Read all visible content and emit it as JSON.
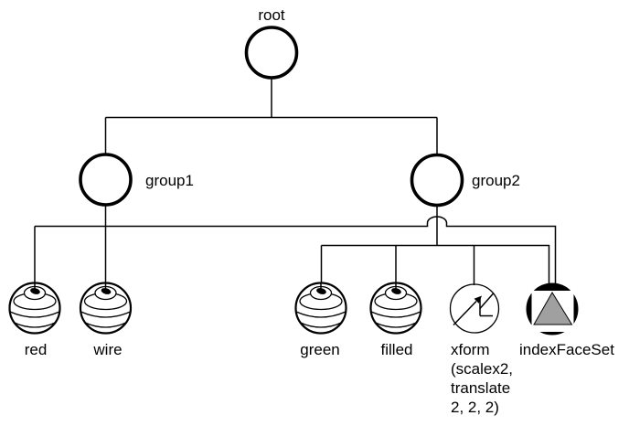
{
  "diagram": {
    "kind": "scene-graph-tree",
    "nodes": {
      "root": {
        "label": "root",
        "type": "group"
      },
      "group1": {
        "label": "group1",
        "type": "group"
      },
      "group2": {
        "label": "group2",
        "type": "group"
      },
      "red": {
        "label": "red",
        "type": "sphere"
      },
      "wire": {
        "label": "wire",
        "type": "sphere"
      },
      "green": {
        "label": "green",
        "type": "sphere"
      },
      "filled": {
        "label": "filled",
        "type": "sphere"
      },
      "xform": {
        "label": "xform",
        "type": "transform",
        "detail_lines": [
          "(scalex2,",
          "translate",
          "2, 2, 2)"
        ]
      },
      "indexFaceSet": {
        "label": "indexFaceSet",
        "type": "indexed-face-set"
      }
    },
    "edges": [
      {
        "from": "root",
        "to": "group1"
      },
      {
        "from": "root",
        "to": "group2"
      },
      {
        "from": "group1",
        "to": "red"
      },
      {
        "from": "group1",
        "to": "wire"
      },
      {
        "from": "group1",
        "to": "indexFaceSet",
        "note": "crosses group2 link with hop (no junction)"
      },
      {
        "from": "group2",
        "to": "green"
      },
      {
        "from": "group2",
        "to": "filled"
      },
      {
        "from": "group2",
        "to": "xform"
      },
      {
        "from": "group2",
        "to": "indexFaceSet"
      }
    ],
    "colors": {
      "line": "#000000",
      "background": "#ffffff",
      "faceset_triangle_gray": "#a0a0a0"
    }
  }
}
